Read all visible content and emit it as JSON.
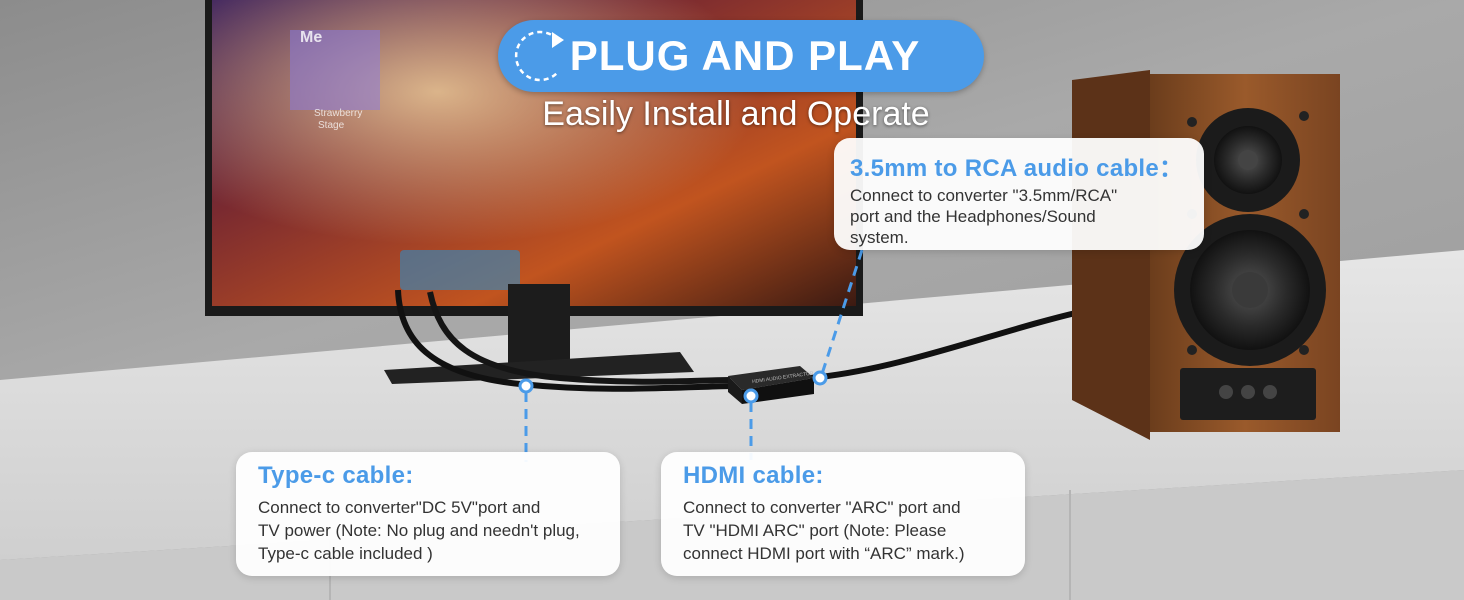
{
  "banner": {
    "title": "PLUG AND PLAY",
    "subtitle": "Easily Install and Operate",
    "accent_color": "#4b9be8",
    "icon": "circular-arrow-icon"
  },
  "callouts": {
    "rca": {
      "title": "3.5mm to RCA audio cable：",
      "body": "Connect to converter \"3.5mm/RCA\"\nport and the Headphones/Sound\nsystem."
    },
    "typec": {
      "title": "Type-c cable:",
      "body": "Connect to converter\"DC 5V\"port and\nTV power (Note: No plug and needn't plug,\nType-c cable included )"
    },
    "hdmi": {
      "title": "HDMI cable:",
      "body": "Connect to converter \"ARC\" port and\nTV \"HDMI ARC\" port (Note: Please\nconnect HDMI port with “ARC” mark.)"
    }
  },
  "scene": {
    "tv_screen_text": [
      "Me",
      "Strawberry",
      "Stage"
    ],
    "converter_label": "HDMI AUDIO EXTRACTOR"
  }
}
